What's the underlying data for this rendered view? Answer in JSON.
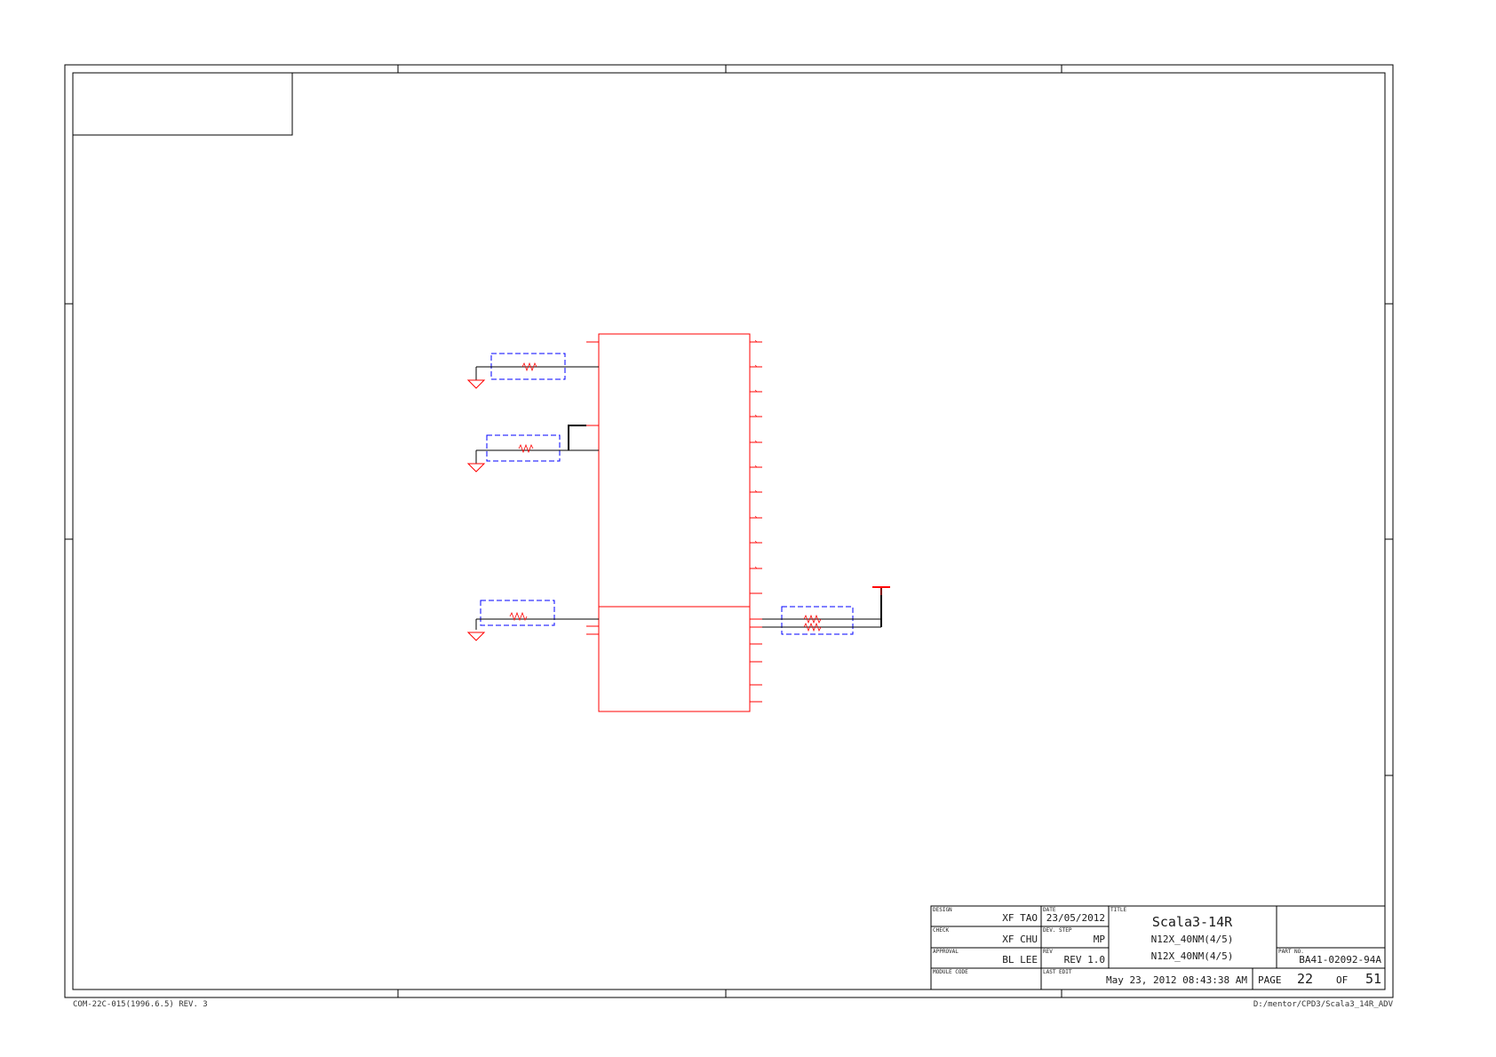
{
  "title_block": {
    "design_label": "DESIGN",
    "design_value": "XF TAO",
    "check_label": "CHECK",
    "check_value": "XF CHU",
    "approval_label": "APPROVAL",
    "approval_value": "BL LEE",
    "module_code_label": "MODULE CODE",
    "date_label": "DATE",
    "date_value": "23/05/2012",
    "dev_step_label": "DEV. STEP",
    "dev_step_value": "MP",
    "rev_label": "REV",
    "rev_value": "REV 1.0",
    "last_edit_label": "LAST EDIT",
    "last_edit_value": "May 23, 2012 08:43:38 AM",
    "title_label": "TITLE",
    "title_line1": "Scala3-14R",
    "title_line2": "N12X_40NM(4/5)",
    "title_line3": "N12X_40NM(4/5)",
    "part_no_label": "PART NO.",
    "part_no_value": "BA41-02092-94A",
    "page_label": "PAGE",
    "page_value": "22",
    "of_label": "OF",
    "of_value": "51"
  },
  "footer": {
    "left": "COM-22C-015(1996.6.5) REV. 3",
    "right": "D:/mentor/CPD3/Scala3_14R_ADV"
  },
  "colors": {
    "component": "#ff0000",
    "dashed_box": "#0000ff",
    "wire": "#000000",
    "frame": "#000000"
  }
}
